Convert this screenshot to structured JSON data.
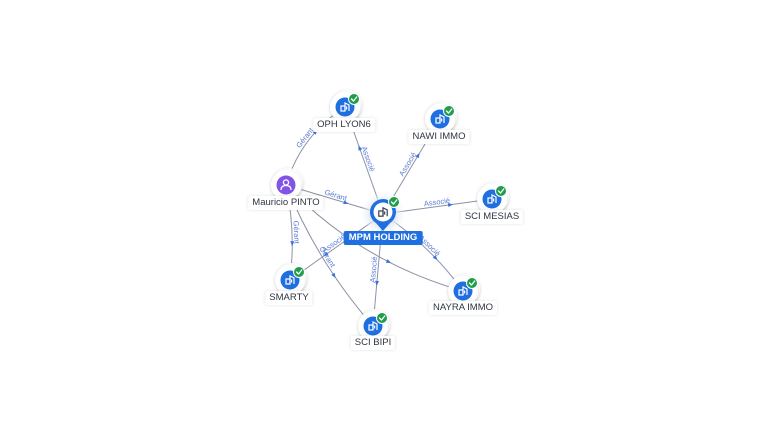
{
  "colors": {
    "company_badge": "#1f6fe0",
    "person_badge": "#8153e6",
    "check": "#1f9d4c",
    "edge": "#8b93a3",
    "edge_label": "#5b7bd6",
    "center_label_bg": "#1f6fe0"
  },
  "icons": {
    "company": "building-icon",
    "person": "person-icon",
    "verified": "check-icon"
  },
  "nodes": [
    {
      "id": "mpm",
      "label": "MPM HOLDING",
      "type": "company",
      "verified": true,
      "center": true
    },
    {
      "id": "oph",
      "label": "OPH LYON6",
      "type": "company",
      "verified": true
    },
    {
      "id": "nawi",
      "label": "NAWI IMMO",
      "type": "company",
      "verified": true
    },
    {
      "id": "mauricio",
      "label": "Mauricio PINTO",
      "type": "person",
      "verified": false
    },
    {
      "id": "mesias",
      "label": "SCI MESIAS",
      "type": "company",
      "verified": true
    },
    {
      "id": "smarty",
      "label": "SMARTY",
      "type": "company",
      "verified": true
    },
    {
      "id": "nayra",
      "label": "NAYRA IMMO",
      "type": "company",
      "verified": true
    },
    {
      "id": "bipi",
      "label": "SCI BIPI",
      "type": "company",
      "verified": true
    }
  ],
  "edges": [
    {
      "from": "mauricio",
      "to": "oph",
      "label": "Gérant"
    },
    {
      "from": "mauricio",
      "to": "mpm",
      "label": "Gérant"
    },
    {
      "from": "mauricio",
      "to": "smarty",
      "label": "Gérant"
    },
    {
      "from": "mauricio",
      "to": "bipi",
      "label": "Gérant"
    },
    {
      "from": "mauricio",
      "to": "nayra",
      "label": ""
    },
    {
      "from": "mpm",
      "to": "oph",
      "label": "Associé"
    },
    {
      "from": "mpm",
      "to": "nawi",
      "label": "Associé"
    },
    {
      "from": "mpm",
      "to": "mesias",
      "label": "Associé"
    },
    {
      "from": "mpm",
      "to": "smarty",
      "label": "Associé"
    },
    {
      "from": "mpm",
      "to": "bipi",
      "label": "Associé"
    },
    {
      "from": "mpm",
      "to": "nayra",
      "label": "Associé"
    }
  ]
}
